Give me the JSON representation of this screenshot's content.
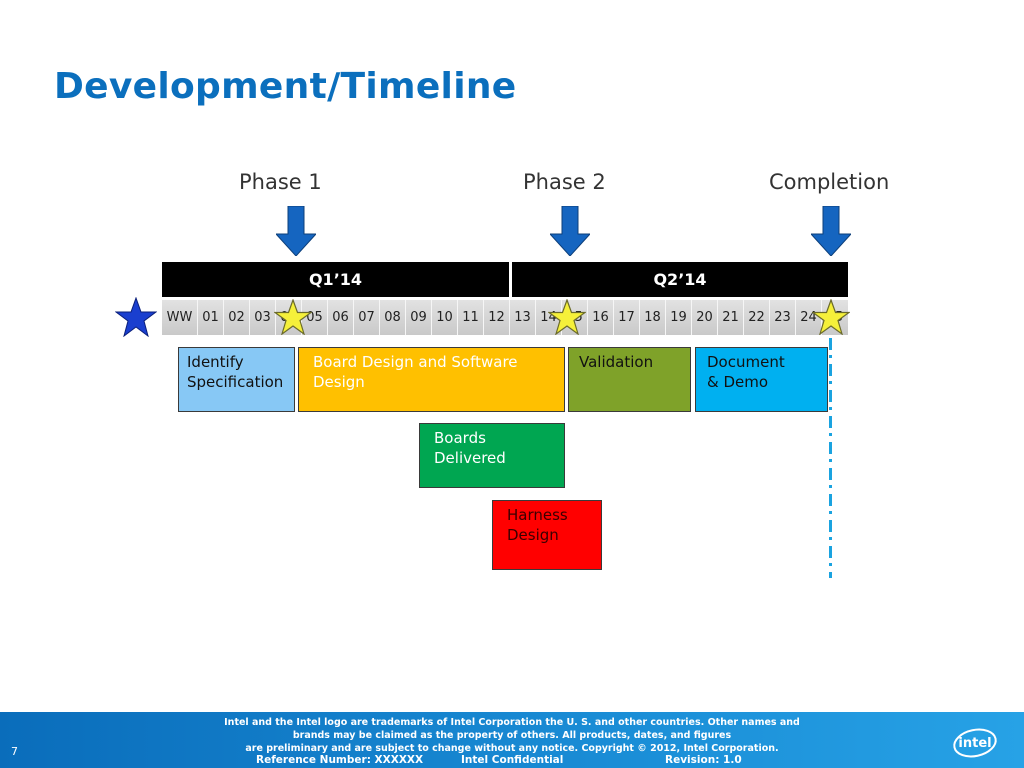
{
  "slide": {
    "title": "Development/Timeline",
    "page_number": "7"
  },
  "milestones": [
    {
      "label": "Phase 1"
    },
    {
      "label": "Phase 2"
    },
    {
      "label": "Completion"
    }
  ],
  "quarters": [
    {
      "label": "Q1’14"
    },
    {
      "label": "Q2’14"
    }
  ],
  "work_weeks": [
    "WW",
    "01",
    "02",
    "03",
    "04",
    "05",
    "06",
    "07",
    "08",
    "09",
    "10",
    "11",
    "12",
    "13",
    "14",
    "15",
    "16",
    "17",
    "18",
    "19",
    "20",
    "21",
    "22",
    "23",
    "24",
    "25"
  ],
  "tasks": [
    {
      "label": "Identify\nSpecification",
      "color": "#87c8f5"
    },
    {
      "label": "Board Design and Software\nDesign",
      "color": "#ffc000"
    },
    {
      "label": "Validation",
      "color": "#7fa229"
    },
    {
      "label": "Document\n& Demo",
      "color": "#00b0f0"
    },
    {
      "label": "Boards\nDelivered",
      "color": "#00a651"
    },
    {
      "label": "Harness\nDesign",
      "color": "#ff0000"
    }
  ],
  "colors": {
    "title": "#0b6fbd",
    "arrow": "#1565c0",
    "star_blue": "#1a3fcf",
    "star_yellow": "#f5f03a",
    "marker_line": "#1aa3e0"
  },
  "footer": {
    "legal_line_1": "Intel and the Intel logo are trademarks of  Intel Corporation the U. S. and other countries.  Other names and",
    "legal_line_2": "brands may be claimed as the property of others.  All products, dates, and figures",
    "legal_line_3": "are preliminary and are subject to change without any notice.  Copyright © 2012, Intel Corporation.",
    "reference": "Reference Number: XXXXXX",
    "confidential": "Intel Confidential",
    "revision": "Revision: 1.0",
    "logo_text": "intel"
  }
}
